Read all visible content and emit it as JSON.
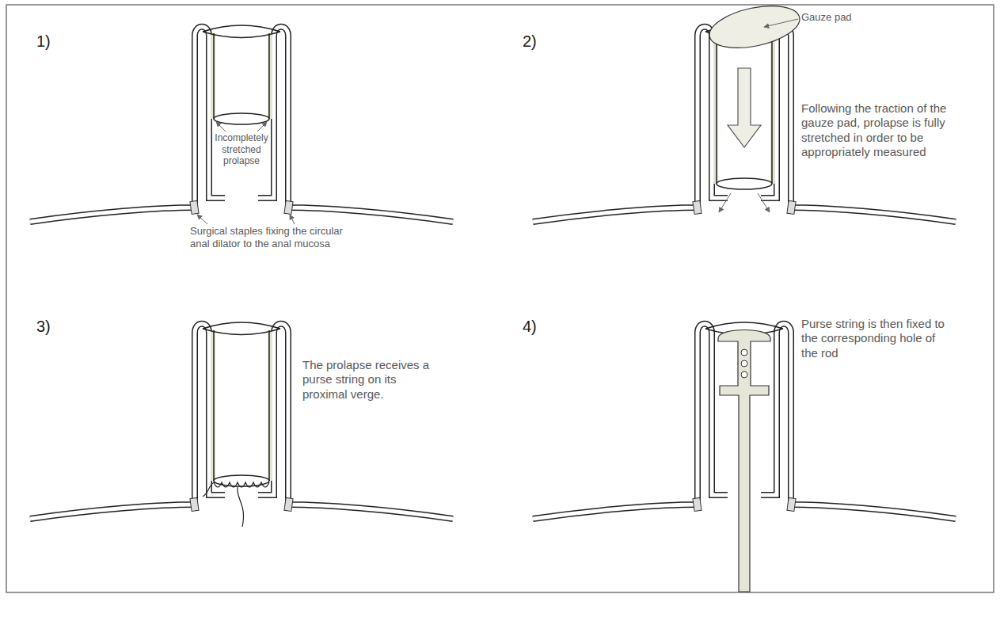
{
  "diagram": {
    "labels": [
      "1)",
      "Incompletely stretched prolapse",
      "Surgical staples fixing the circular anal dilator to the anal mucosa",
      "2)",
      "Gauze pad",
      "Following the traction of the gauze pad, prolapse is fully stretched in order to be appropriately measured",
      "3)",
      "The prolapse receives a purse string on its proximal verge.",
      "4)",
      "Purse string is then fixed to the corresponding hole of the rod"
    ]
  }
}
